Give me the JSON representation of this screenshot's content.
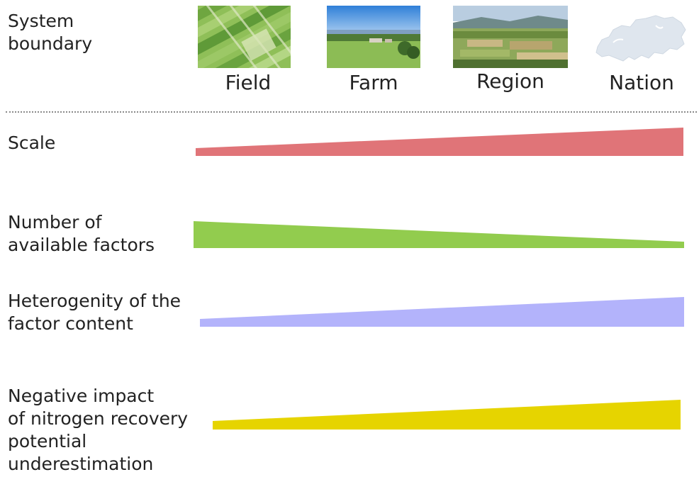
{
  "header": {
    "system_boundary_label": "System\nboundary",
    "scales": [
      {
        "key": "field",
        "label": "Field",
        "icon": "field-aerial-photo"
      },
      {
        "key": "farm",
        "label": "Farm",
        "icon": "farm-landscape-photo"
      },
      {
        "key": "region",
        "label": "Region",
        "icon": "region-landscape-photo"
      },
      {
        "key": "nation",
        "label": "Nation",
        "icon": "switzerland-map-silhouette"
      }
    ]
  },
  "rows": [
    {
      "key": "scale",
      "label": "Scale",
      "trend": "increasing",
      "color": "#e07478"
    },
    {
      "key": "factors",
      "label": "Number of\navailable factors",
      "trend": "decreasing",
      "color": "#92cc4e"
    },
    {
      "key": "heterogeneity",
      "label": "Heterogenity of the\nfactor content",
      "trend": "increasing",
      "color": "#b3b3fb"
    },
    {
      "key": "impact",
      "label": "Negative impact\nof nitrogen recovery\npotential\nunderestimation",
      "trend": "increasing",
      "color": "#e6d400"
    }
  ]
}
